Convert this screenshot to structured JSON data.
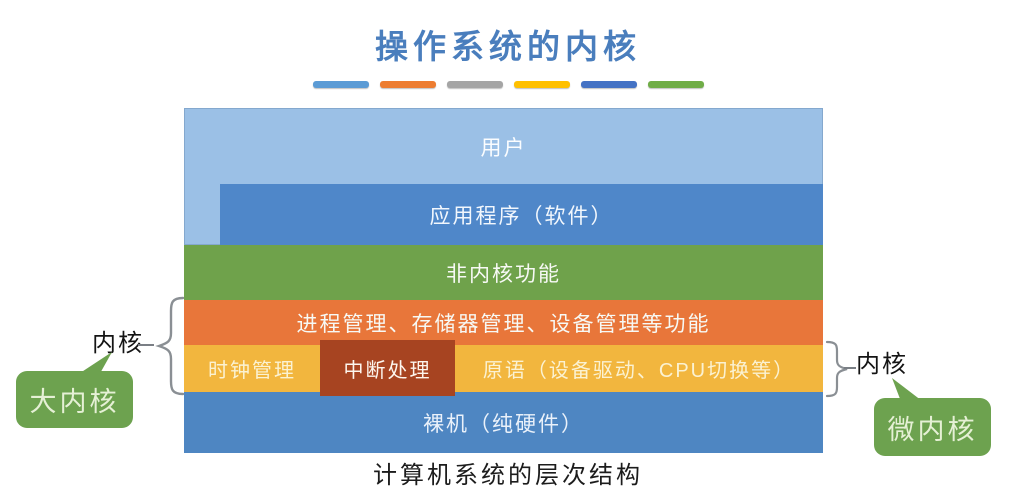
{
  "page": {
    "title": "操作系统的内核",
    "caption": "计算机系统的层次结构"
  },
  "theme": {
    "title_color": "#4A7EBD",
    "bubble_green": "#6DA24F",
    "brace_gray": "#8A8F94"
  },
  "divider_dashes": [
    {
      "name": "dash-light-blue",
      "color": "#5B9BD5"
    },
    {
      "name": "dash-orange",
      "color": "#ED7D31"
    },
    {
      "name": "dash-gray",
      "color": "#A5A5A5"
    },
    {
      "name": "dash-gold",
      "color": "#FFC000"
    },
    {
      "name": "dash-dark-blue",
      "color": "#4472C4"
    },
    {
      "name": "dash-green",
      "color": "#70AD47"
    }
  ],
  "layers": {
    "user": {
      "label": "用户",
      "color": "#9BC0E6"
    },
    "application": {
      "label": "应用程序（软件）",
      "color": "#4F87C9"
    },
    "non_kernel": {
      "label": "非内核功能",
      "color": "#6FA24B"
    },
    "management": {
      "label": "进程管理、存储器管理、设备管理等功能",
      "color": "#E8763A"
    },
    "kernel_cells": [
      {
        "label": "时钟管理",
        "color": "#F2B63E"
      },
      {
        "label": "中断处理",
        "color": "#A74421"
      },
      {
        "label": "原语（设备驱动、CPU切换等）",
        "color": "#F2B63E"
      }
    ],
    "hardware": {
      "label": "裸机（纯硬件）",
      "color": "#4E86C2"
    }
  },
  "annotations": {
    "left": {
      "brace_label": "内核",
      "bubble_label": "大内核"
    },
    "right": {
      "brace_label": "内核",
      "bubble_label": "微内核"
    }
  }
}
